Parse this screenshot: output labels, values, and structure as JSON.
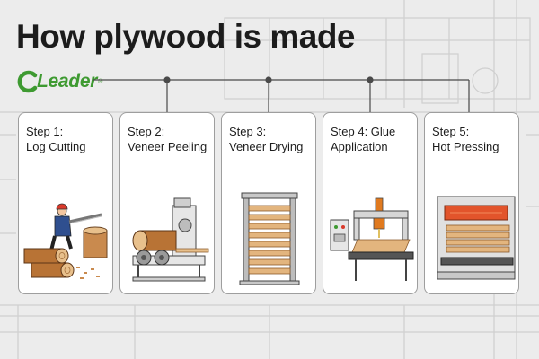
{
  "title": "How plywood is made",
  "logo": {
    "name": "Leader",
    "registered_mark": "®",
    "color": "#3e9a31"
  },
  "steps": [
    {
      "step": "Step 1:",
      "name": "Log Cutting",
      "icon": "log-cutting-illustration"
    },
    {
      "step": "Step 2:",
      "name": "Veneer Peeling",
      "icon": "veneer-peeling-illustration"
    },
    {
      "step": "Step 3:",
      "name": "Veneer Drying",
      "icon": "veneer-drying-illustration"
    },
    {
      "step": "Step 4: Glue",
      "name": "Application",
      "icon": "glue-application-illustration"
    },
    {
      "step": "Step 5:",
      "name": "Hot Pressing",
      "icon": "hot-pressing-illustration"
    }
  ],
  "colors": {
    "background": "#ececec",
    "card": "#ffffff",
    "wood": "#d9a066",
    "heat": "#e2542b"
  }
}
